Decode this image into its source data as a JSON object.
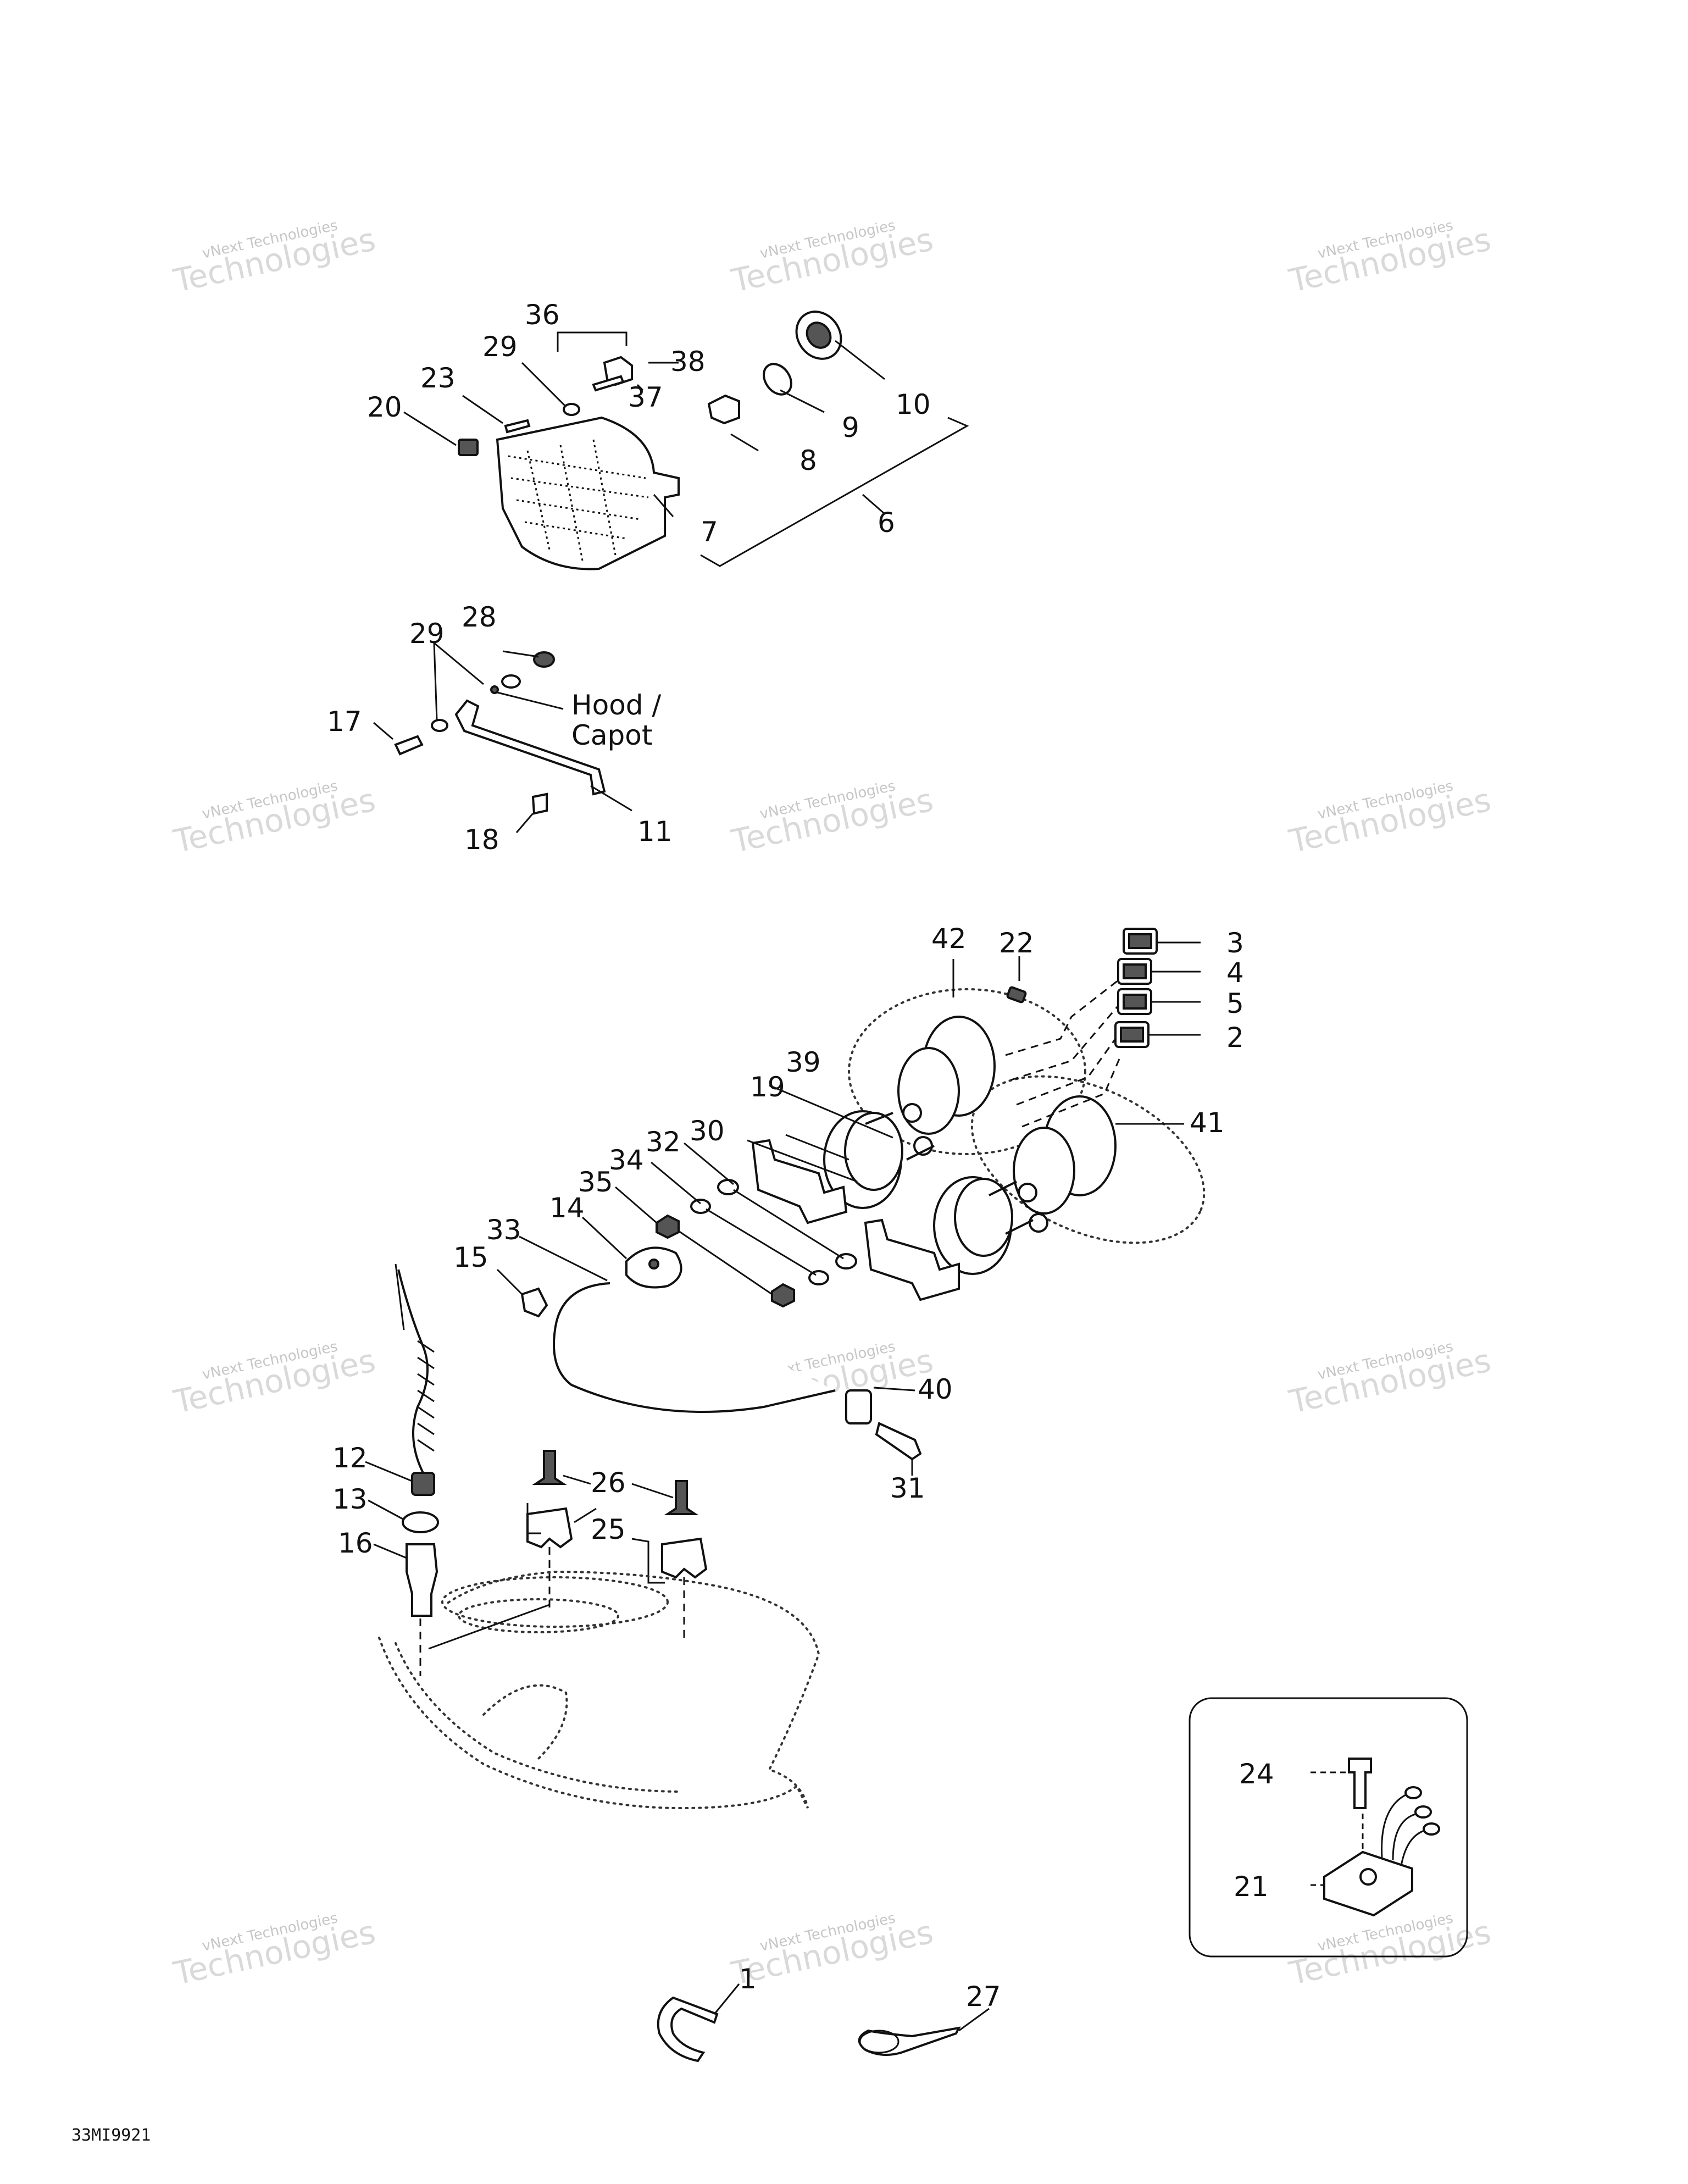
{
  "figure_code": "33MI9921",
  "notes": {
    "hood_line1": "Hood /",
    "hood_line2": "Capot"
  },
  "watermark": {
    "line1": "vNext Technologies",
    "line2": "Technologies"
  },
  "callouts": [
    "1",
    "2",
    "3",
    "4",
    "5",
    "6",
    "7",
    "8",
    "9",
    "10",
    "11",
    "12",
    "13",
    "14",
    "15",
    "16",
    "17",
    "18",
    "19",
    "20",
    "21",
    "22",
    "23",
    "24",
    "25",
    "26",
    "27",
    "28",
    "29",
    "29",
    "30",
    "31",
    "32",
    "33",
    "34",
    "35",
    "36",
    "37",
    "38",
    "39",
    "40",
    "41",
    "42"
  ]
}
